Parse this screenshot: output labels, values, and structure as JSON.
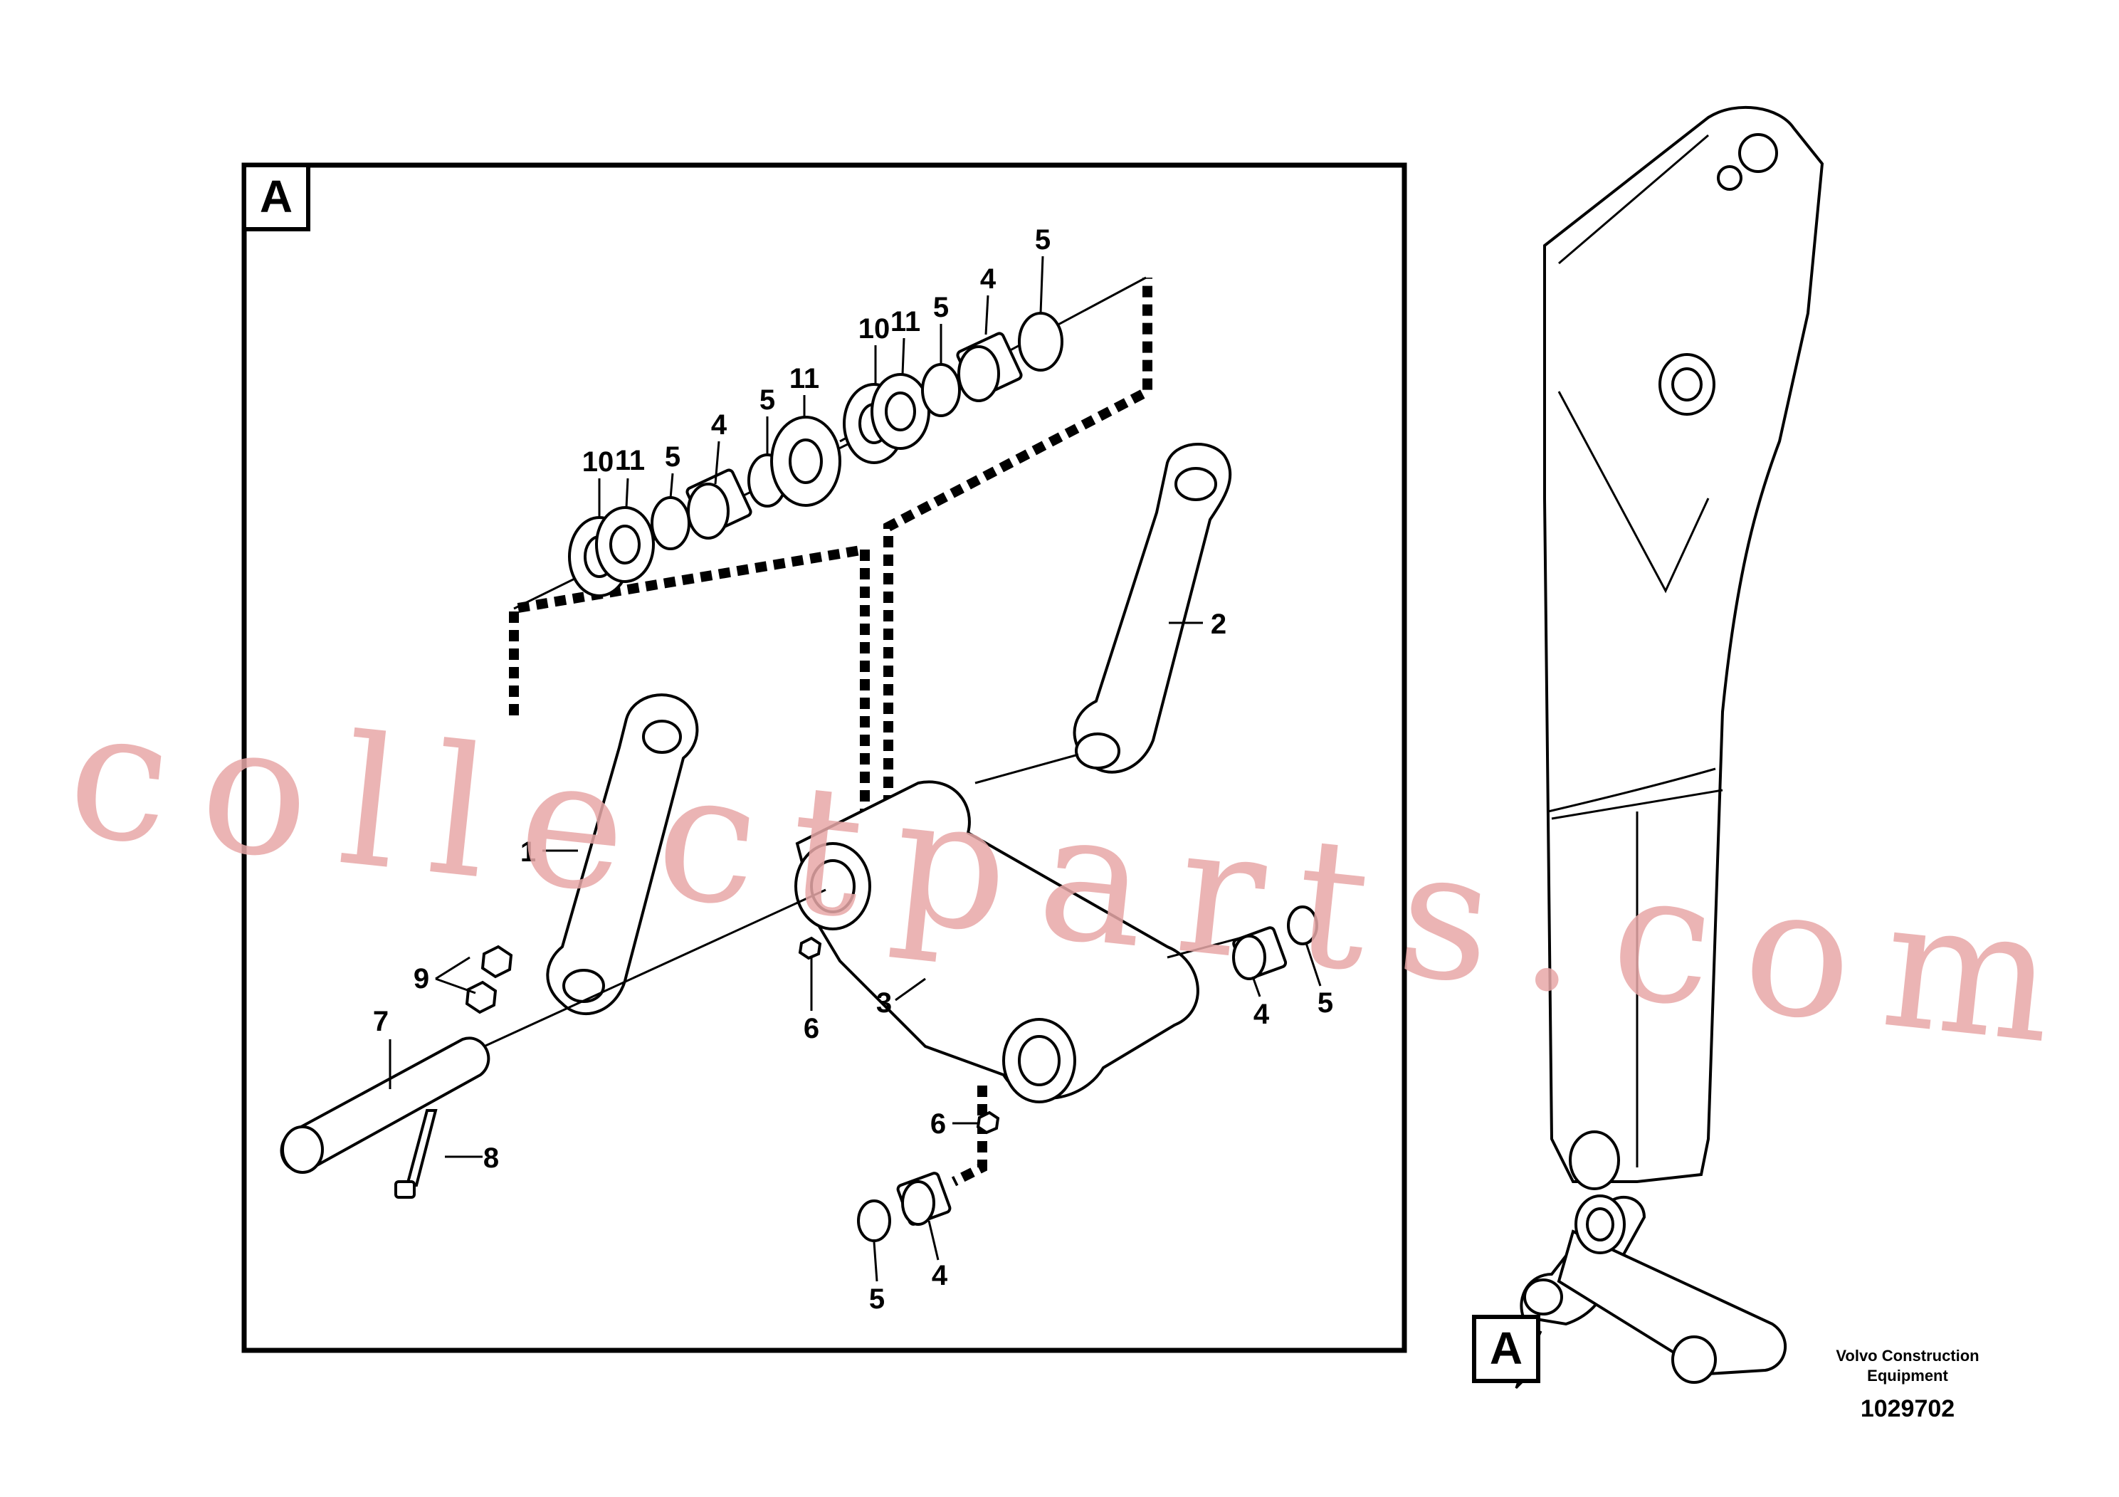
{
  "view_marker": "A",
  "callouts": {
    "c1": "1",
    "c2": "2",
    "c3": "3",
    "c4a": "4",
    "c4b": "4",
    "c4c": "4",
    "c4d": "4",
    "c5a": "5",
    "c5b": "5",
    "c5c": "5",
    "c5d": "5",
    "c5e": "5",
    "c5f": "5",
    "c6a": "6",
    "c6b": "6",
    "c7": "7",
    "c8": "8",
    "c9": "9",
    "c10a": "10",
    "c10b": "10",
    "c11a": "11",
    "c11b": "11",
    "c11c": "11"
  },
  "caption": {
    "line1": "Volvo Construction",
    "line2": "Equipment",
    "number": "1029702"
  },
  "watermark": "collectparts.com"
}
